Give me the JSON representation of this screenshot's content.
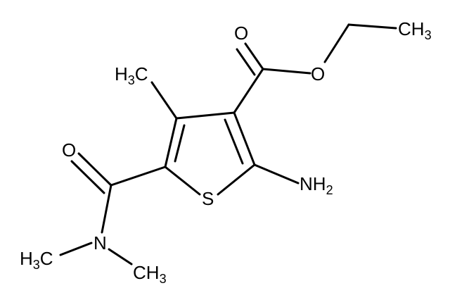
{
  "molecule": {
    "atoms": {
      "carbonyl_o_ester": "O",
      "ester_o": "O",
      "terminal_methyl": "CH3",
      "ring_methyl": "H3C",
      "amide_o": "O",
      "ring_s": "S",
      "amino": "NH2",
      "amide_n": "N",
      "n_methyl_left": "H3C",
      "n_methyl_right": "CH3"
    }
  }
}
